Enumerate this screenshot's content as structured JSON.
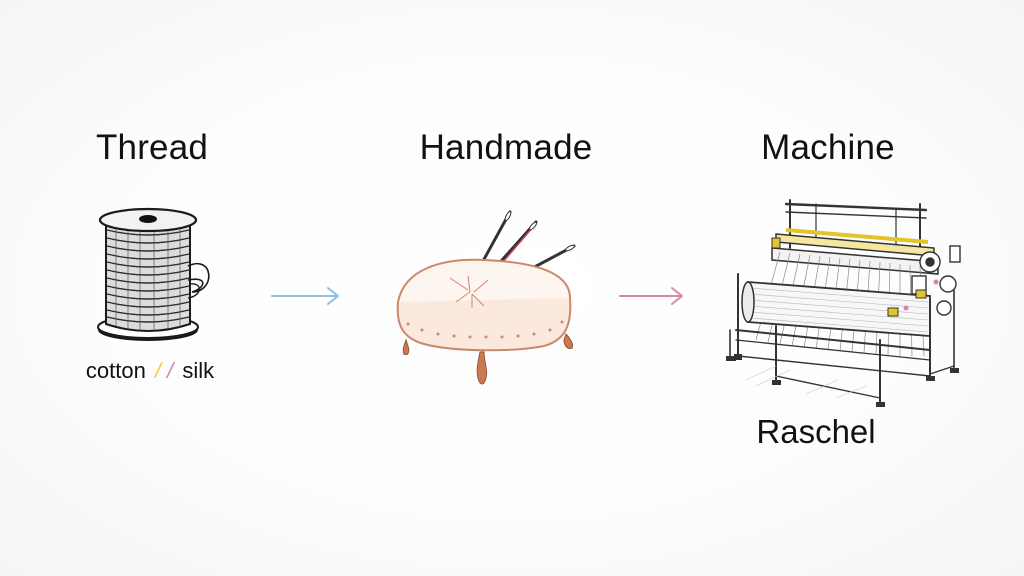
{
  "steps": [
    {
      "title": "Thread"
    },
    {
      "title": "Handmade"
    },
    {
      "title": "Machine"
    }
  ],
  "materials": {
    "first": "cotton",
    "sep1": "/",
    "sep2": "/",
    "second": "silk"
  },
  "machine_label": "Raschel",
  "icons": {
    "thread": "thread-spool-icon",
    "handmade": "pincushion-needles-icon",
    "machine": "knitting-machine-icon"
  },
  "colors": {
    "arrow_1": "#8dbfe3",
    "arrow_2": "#d58aa6",
    "accent_yellow": "#f1cf38",
    "accent_pink": "#d982b8",
    "cushion_outline": "#c9896a"
  }
}
